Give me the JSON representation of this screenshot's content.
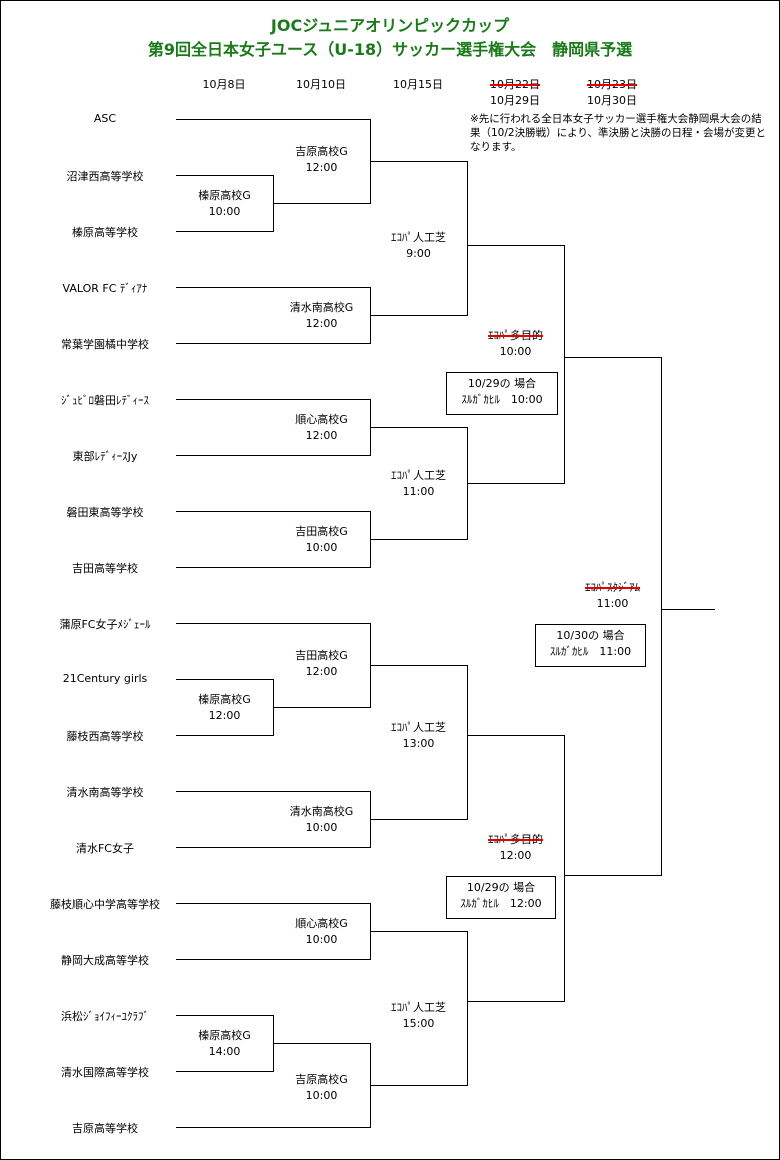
{
  "title": {
    "line1": "JOCジュニアオリンピックカップ",
    "line2": "第9回全日本女子ユース（U-18）サッカー選手権大会　静岡県予選"
  },
  "dates": {
    "d1": "10月8日",
    "d2": "10月10日",
    "d3": "10月15日",
    "d4_old": "10月22日",
    "d4_new": "10月29日",
    "d5_old": "10月23日",
    "d5_new": "10月30日"
  },
  "note": "※先に行われる全日本女子サッカー選手権大会静岡県大会の結果（10/2決勝戦）により、準決勝と決勝の日程・会場が変更となります。",
  "teams": [
    "ASC",
    "沼津西高等学校",
    "榛原高等学校",
    "VALOR FC ﾃﾞｨｱﾅ",
    "常葉学園橘中学校",
    "ｼﾞｭﾋﾞﾛ磐田ﾚﾃﾞｨｰｽ",
    "東部ﾚﾃﾞｨｰｽJy",
    "磐田東高等学校",
    "吉田高等学校",
    "蒲原FC女子ﾒｼﾞｪｰﾙ",
    "21Century girls",
    "藤枝西高等学校",
    "清水南高等学校",
    "清水FC女子",
    "藤枝順心中学高等学校",
    "静岡大成高等学校",
    "浜松ｼﾞｮｲﾌｨｰﾕｸﾗﾌﾞ",
    "清水国際高等学校",
    "吉原高等学校"
  ],
  "round1": [
    {
      "venue": "榛原高校G",
      "time": "10:00"
    },
    {
      "venue": "榛原高校G",
      "time": "12:00"
    },
    {
      "venue": "榛原高校G",
      "time": "14:00"
    }
  ],
  "round2": [
    {
      "venue": "吉原高校G",
      "time": "12:00"
    },
    {
      "venue": "清水南高校G",
      "time": "12:00"
    },
    {
      "venue": "順心高校G",
      "time": "12:00"
    },
    {
      "venue": "吉田高校G",
      "time": "10:00"
    },
    {
      "venue": "吉田高校G",
      "time": "12:00"
    },
    {
      "venue": "清水南高校G",
      "time": "10:00"
    },
    {
      "venue": "順心高校G",
      "time": "10:00"
    },
    {
      "venue": "吉原高校G",
      "time": "10:00"
    }
  ],
  "quarter": [
    {
      "venue": "ｴｺﾊﾟ人工芝",
      "time": "9:00"
    },
    {
      "venue": "ｴｺﾊﾟ人工芝",
      "time": "11:00"
    },
    {
      "venue": "ｴｺﾊﾟ人工芝",
      "time": "13:00"
    },
    {
      "venue": "ｴｺﾊﾟ人工芝",
      "time": "15:00"
    }
  ],
  "semi": [
    {
      "venue_old": "ｴｺﾊﾟ多目的",
      "time": "10:00",
      "box_line1": "10/29の 場合",
      "box_line2": "ｽﾙｶﾞｶﾋﾙ　10:00"
    },
    {
      "venue_old": "ｴｺﾊﾟ多目的",
      "time": "12:00",
      "box_line1": "10/29の 場合",
      "box_line2": "ｽﾙｶﾞｶﾋﾙ　12:00"
    }
  ],
  "final": {
    "venue_old": "ｴｺﾊﾟｽﾀｼﾞｱﾑ",
    "time": "11:00",
    "box_line1": "10/30の 場合",
    "box_line2": "ｽﾙｶﾞｶﾋﾙ　11:00"
  },
  "colors": {
    "title": "#1a7a1a",
    "strike": "#e00000",
    "line": "#000000"
  }
}
